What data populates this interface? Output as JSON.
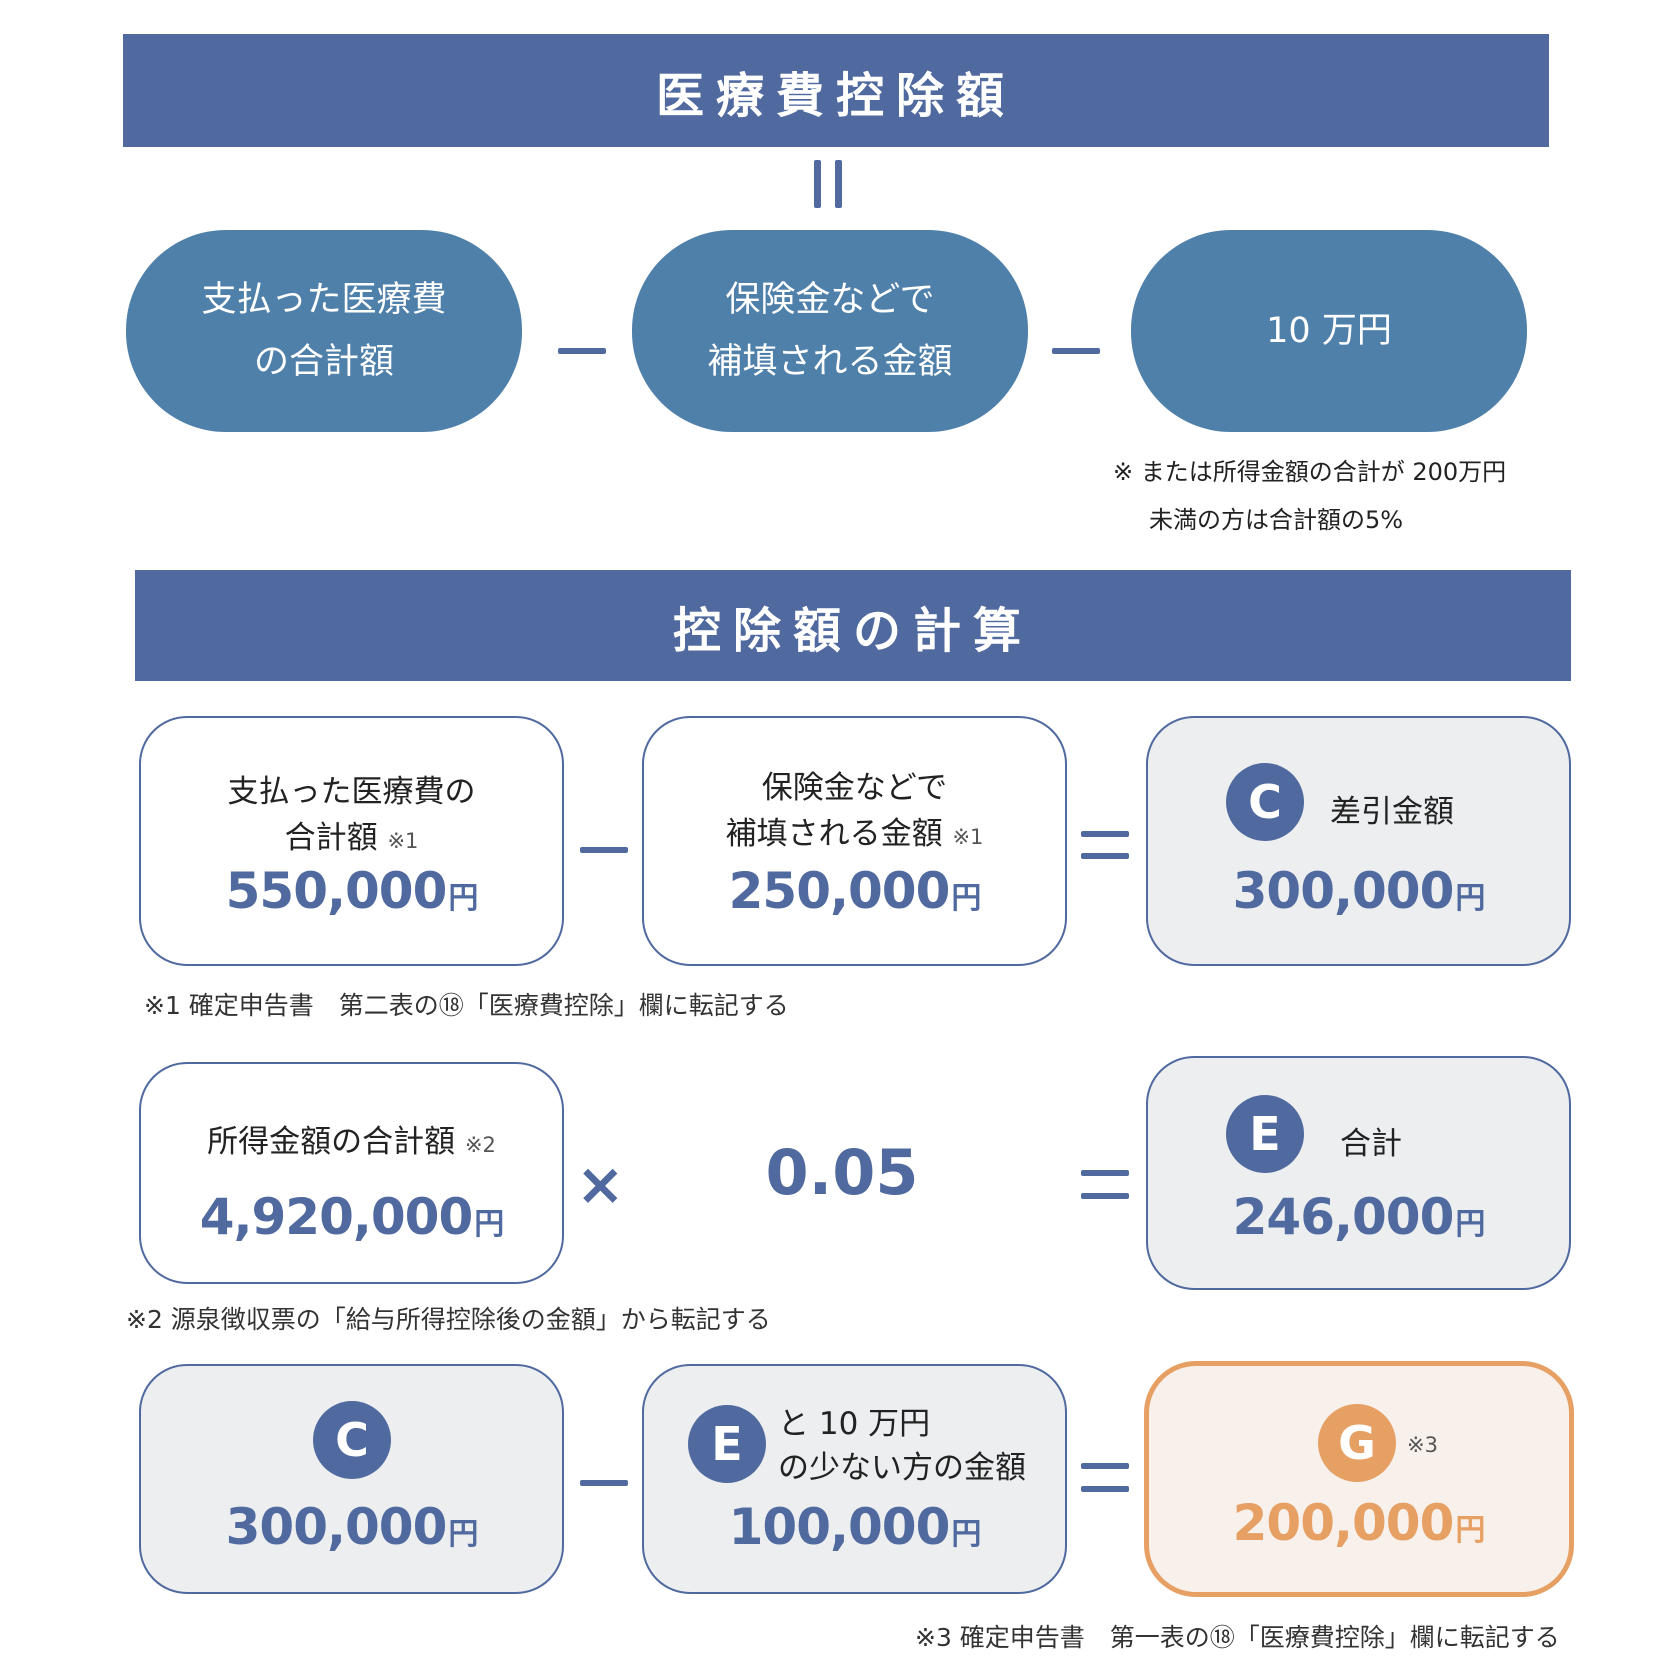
{
  "formula": {
    "title": "医療費控除額",
    "term1": [
      "支払った医療費",
      "の合計額"
    ],
    "term2": [
      "保険金などで",
      "補填される金額"
    ],
    "term3": "10 万円",
    "note": [
      "※ または所得金額の合計が 200万円",
      "未満の方は合計額の5%"
    ]
  },
  "calc": {
    "title": "控除額の計算",
    "row1": {
      "box1_label": [
        "支払った医療費の",
        "合計額"
      ],
      "box1_mark": "※1",
      "box1_value": "550,000",
      "box2_label": [
        "保険金などで",
        "補填される金額"
      ],
      "box2_mark": "※1",
      "box2_value": "250,000",
      "box3_badge": "C",
      "box3_label": "差引金額",
      "box3_value": "300,000",
      "footnote": "※1 確定申告書　第二表の⑱「医療費控除」欄に転記する"
    },
    "row2": {
      "box1_label": "所得金額の合計額",
      "box1_mark": "※2",
      "box1_value": "4,920,000",
      "operator": "×",
      "factor": "0.05",
      "box3_badge": "E",
      "box3_label": "合計",
      "box3_value": "246,000",
      "footnote": "※2 源泉徴収票の「給与所得控除後の金額」から転記する"
    },
    "row3": {
      "box1_badge": "C",
      "box1_value": "300,000",
      "box2_badge": "E",
      "box2_label": [
        "と 10 万円",
        "の少ない方の金額"
      ],
      "box2_value": "100,000",
      "box3_badge": "G",
      "box3_mark": "※3",
      "box3_value": "200,000",
      "footnote": "※3 確定申告書　第一表の⑱「医療費控除」欄に転記する"
    },
    "yen": "円"
  },
  "colors": {
    "navy": "#50699f",
    "steel_blue": "#4f80aa",
    "grey_fill": "#eceef0",
    "orange": "#e7a064",
    "orange_fill": "#f8f1eb"
  }
}
